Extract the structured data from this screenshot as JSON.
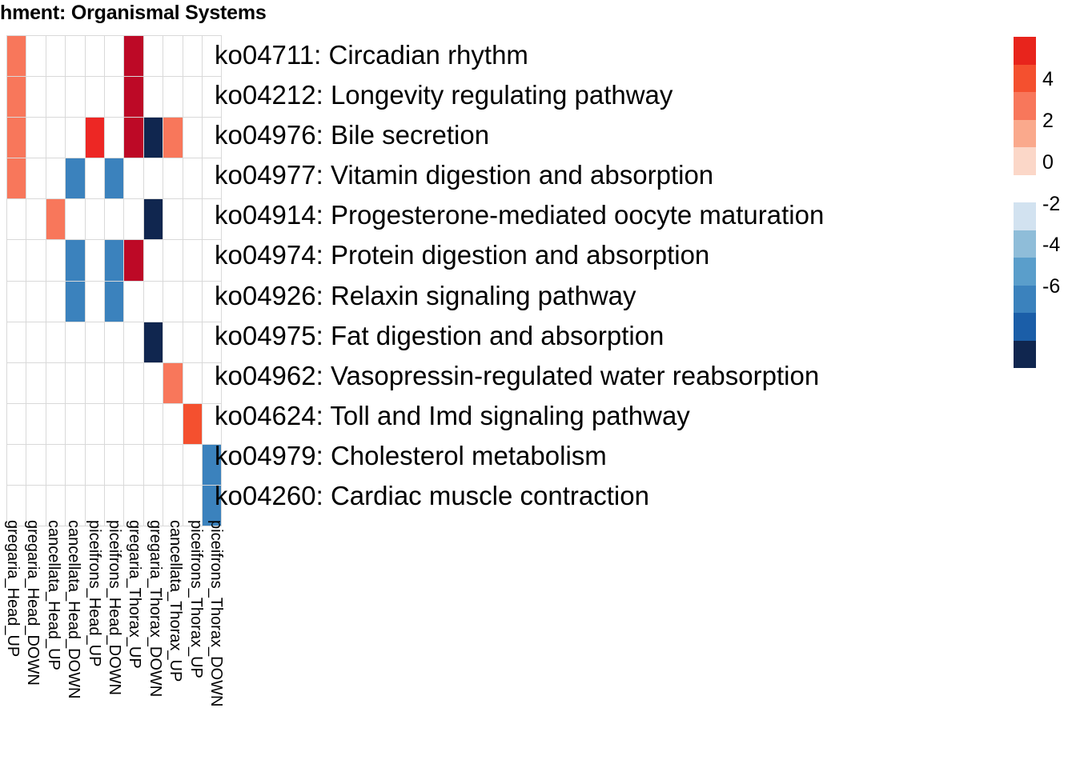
{
  "title": "hment: Organismal Systems",
  "chart_data": {
    "type": "heatmap",
    "title": "hment: Organismal Systems",
    "xlabel": "",
    "ylabel": "",
    "grid": true,
    "legend_position": "right",
    "columns": [
      "gregaria_Head_UP",
      "gregaria_Head_DOWN",
      "cancellata_Head_UP",
      "cancellata_Head_DOWN",
      "piceifrons_Head_UP",
      "piceifrons_Head_DOWN",
      "gregaria_Thorax_UP",
      "gregaria_Thorax_DOWN",
      "cancellata_Thorax_UP",
      "piceifrons_Thorax_UP",
      "piceifrons_Thorax_DOWN"
    ],
    "rows": [
      "ko04711: Circadian rhythm",
      "ko04212: Longevity regulating pathway",
      "ko04976: Bile secretion",
      "ko04977: Vitamin digestion and absorption",
      "ko04914: Progesterone-mediated oocyte maturation",
      "ko04974: Protein digestion and absorption",
      "ko04926: Relaxin signaling pathway",
      "ko04975: Fat digestion and absorption",
      "ko04962: Vasopressin-regulated water reabsorption",
      "ko04624: Toll and Imd signaling pathway",
      "ko04979: Cholesterol metabolism",
      "ko04260: Cardiac muscle contraction"
    ],
    "values": [
      [
        2.7,
        0,
        0,
        0,
        0,
        0,
        5.4,
        0,
        0,
        0,
        0
      ],
      [
        2.7,
        0,
        0,
        0,
        0,
        0,
        5.4,
        0,
        0,
        0,
        0
      ],
      [
        2.7,
        0,
        0,
        0,
        4.2,
        0,
        5.4,
        -6.3,
        2.7,
        0,
        0
      ],
      [
        2.7,
        0,
        0,
        -3.6,
        0,
        -3.6,
        0,
        0,
        0,
        0,
        0
      ],
      [
        0,
        0,
        2.7,
        0,
        0,
        0,
        0,
        -6.3,
        0,
        0,
        0
      ],
      [
        0,
        0,
        0,
        -3.6,
        0,
        -3.6,
        5.4,
        0,
        0,
        0,
        0
      ],
      [
        0,
        0,
        0,
        -3.6,
        0,
        -3.6,
        0,
        0,
        0,
        0,
        0
      ],
      [
        0,
        0,
        0,
        0,
        0,
        0,
        0,
        -6.3,
        0,
        0,
        0
      ],
      [
        0,
        0,
        0,
        0,
        0,
        0,
        0,
        0,
        2.7,
        0,
        0
      ],
      [
        0,
        0,
        0,
        0,
        0,
        0,
        0,
        0,
        0,
        3.6,
        0
      ],
      [
        0,
        0,
        0,
        0,
        0,
        0,
        0,
        0,
        0,
        0,
        -3.6
      ],
      [
        0,
        0,
        0,
        0,
        0,
        0,
        0,
        0,
        0,
        0,
        -3.6
      ]
    ],
    "cell_colors": [
      [
        "#f8775b",
        "",
        "",
        "",
        "",
        "",
        "#bd0926",
        "",
        "",
        "",
        ""
      ],
      [
        "#f8775b",
        "",
        "",
        "",
        "",
        "",
        "#bd0926",
        "",
        "",
        "",
        ""
      ],
      [
        "#f8775b",
        "",
        "",
        "",
        "#ed2724",
        "",
        "#bd0926",
        "#10264f",
        "#f8775b",
        "",
        ""
      ],
      [
        "#f8775b",
        "",
        "",
        "#3b82bd",
        "",
        "#3b82bd",
        "",
        "",
        "",
        "",
        ""
      ],
      [
        "",
        "",
        "#f8775b",
        "",
        "",
        "",
        "",
        "#10264f",
        "",
        "",
        ""
      ],
      [
        "",
        "",
        "",
        "#3b82bd",
        "",
        "#3b82bd",
        "#bd0926",
        "",
        "",
        "",
        ""
      ],
      [
        "",
        "",
        "",
        "#3b82bd",
        "",
        "#3b82bd",
        "",
        "",
        "",
        "",
        ""
      ],
      [
        "",
        "",
        "",
        "",
        "",
        "",
        "",
        "#10264f",
        "",
        "",
        ""
      ],
      [
        "",
        "",
        "",
        "",
        "",
        "",
        "",
        "",
        "#f8775b",
        "",
        ""
      ],
      [
        "",
        "",
        "",
        "",
        "",
        "",
        "",
        "",
        "",
        "#f4502f",
        ""
      ],
      [
        "",
        "",
        "",
        "",
        "",
        "",
        "",
        "",
        "",
        "",
        "#3b82bd"
      ],
      [
        "",
        "",
        "",
        "",
        "",
        "",
        "",
        "",
        "",
        "",
        "#3b82bd"
      ]
    ],
    "legend": {
      "ticks": [
        "4",
        "2",
        "0",
        "-2",
        "-4",
        "-6"
      ],
      "swatches_positive": [
        "#e8241c",
        "#f4502f",
        "#f8775b",
        "#faa98c",
        "#fbd7c8"
      ],
      "swatches_negative": [
        "#d2e2f0",
        "#8fbdd9",
        "#5a9ecb",
        "#3b82bd",
        "#1b5ea8",
        "#10264f"
      ],
      "zero_color": "#ffffff",
      "vmin": -7,
      "vmax": 5
    }
  }
}
